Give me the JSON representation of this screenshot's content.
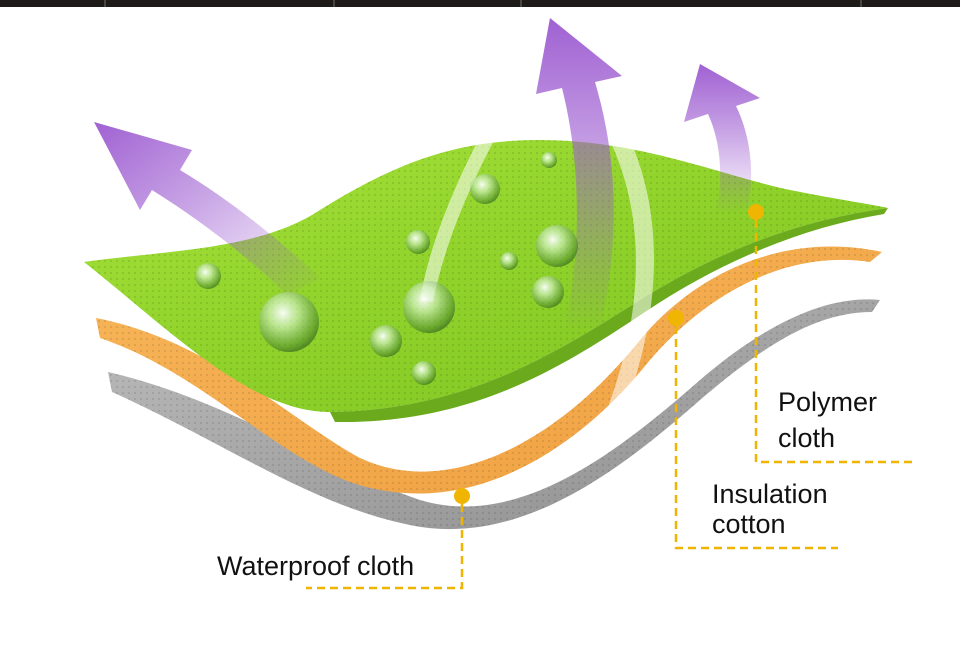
{
  "labels": {
    "polymer": {
      "line1": "Polymer",
      "line2": "cloth"
    },
    "insulation": {
      "line1": "Insulation",
      "line2": "cotton"
    },
    "waterproof": {
      "line1": "Waterproof cloth"
    }
  },
  "colors": {
    "polymer_layer": "#8ed42c",
    "insulation_layer": "#f4a94e",
    "waterproof_layer": "#9a9a9a",
    "arrow": "#9b59d0",
    "leader_line": "#f0b500",
    "label_text": "#111111"
  },
  "layers": [
    "polymer-cloth-layer",
    "insulation-cotton-layer",
    "waterproof-cloth-layer"
  ]
}
